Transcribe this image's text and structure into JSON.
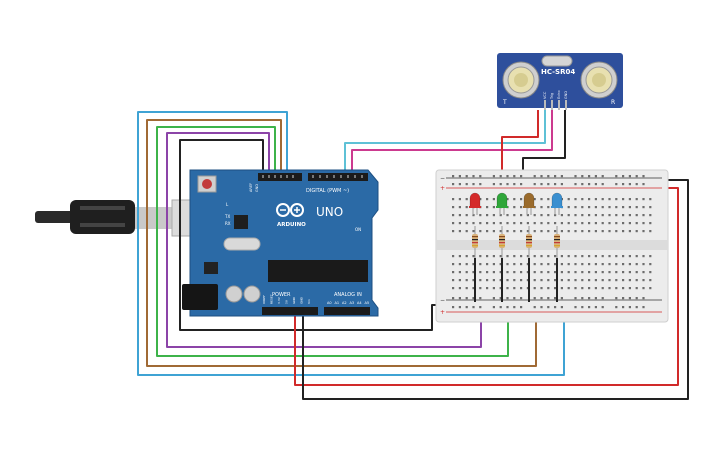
{
  "arduino": {
    "brand": "ARDUINO",
    "model": "UNO",
    "digital_label": "DIGITAL (PWM ~)",
    "analog_label": "ANALOG IN",
    "power_label": "POWER",
    "on_label": "ON",
    "tx_label": "TX",
    "rx_label": "RX",
    "l_label": "L",
    "aref_label": "AREF",
    "gnd_label": "GND",
    "analog_pins": [
      "A0",
      "A1",
      "A2",
      "A3",
      "A4",
      "A5"
    ],
    "power_pins": [
      "IOREF",
      "RESET",
      "3.3V",
      "5V",
      "GND",
      "GND",
      "Vin"
    ],
    "color": "#2b6aa6"
  },
  "sensor": {
    "label": "HC-SR04",
    "pin_labels": [
      "VCC",
      "Trig",
      "Echo",
      "GND"
    ],
    "left_mark": "T",
    "right_mark": "R",
    "color": "#2e4f9c"
  },
  "breadboard": {
    "plus_mark": "+",
    "minus_mark": "−"
  },
  "leds": [
    {
      "color": "#d42a2a"
    },
    {
      "color": "#2fa63a"
    },
    {
      "color": "#9a6b2c"
    },
    {
      "color": "#3a8fd0"
    }
  ],
  "wire_colors": {
    "blue": "#3fa3d4",
    "brown": "#a06a35",
    "green": "#3db34a",
    "purple": "#8c44a8",
    "black": "#222222",
    "red": "#d12a2a",
    "cyan": "#5ec1d6",
    "magenta": "#cc3a8f"
  }
}
